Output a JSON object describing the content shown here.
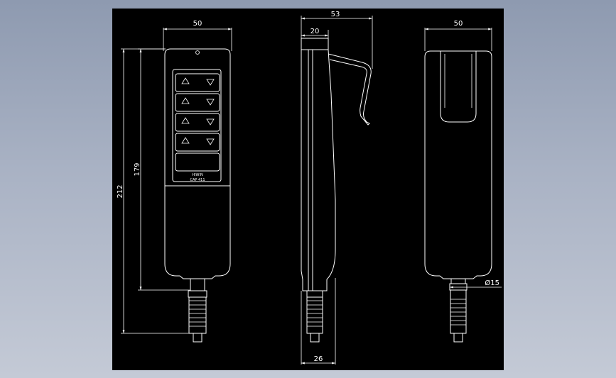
{
  "front_view": {
    "dim_width": "50",
    "dim_height_overall": "212",
    "dim_height_body": "179",
    "brand_line1": "HIWIN",
    "brand_line2": "CAP 411"
  },
  "side_view": {
    "dim_overall": "53",
    "dim_body": "20",
    "dim_base": "26"
  },
  "rear_view": {
    "dim_width": "50",
    "dim_cable": "Ø15"
  }
}
